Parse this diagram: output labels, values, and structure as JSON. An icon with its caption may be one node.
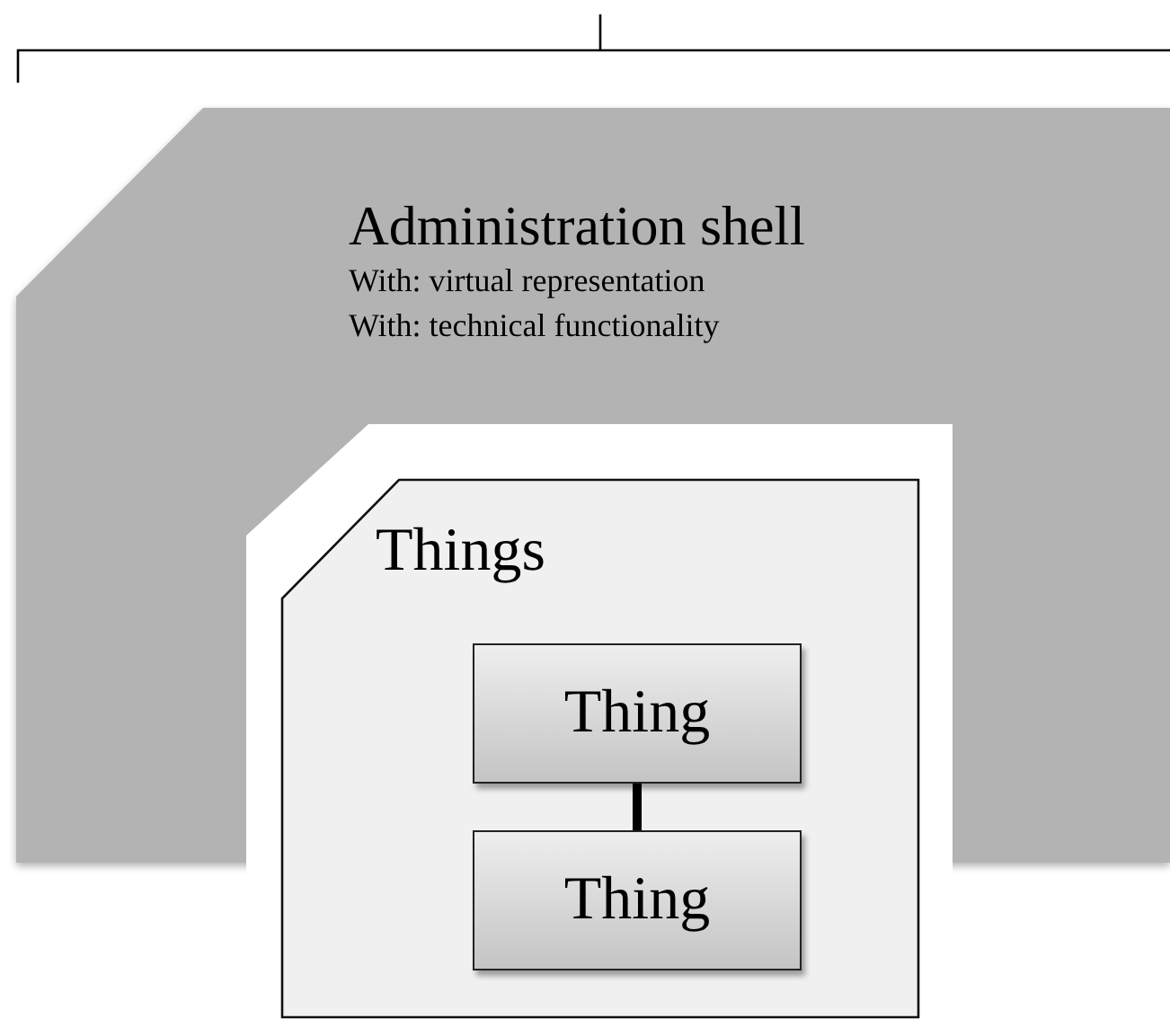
{
  "diagram": {
    "nodes": [
      {
        "text": [
          "Administration shell",
          "With: virtual representation",
          "With: technical functionality"
        ]
      },
      {
        "text": [
          "Things"
        ]
      },
      {
        "text": [
          "Thing"
        ],
        "in": 1
      },
      {
        "text": [
          "Thing"
        ],
        "in": 1
      }
    ],
    "edges": [
      {
        "from": 2,
        "to": 3,
        "arrow": "none"
      }
    ]
  }
}
